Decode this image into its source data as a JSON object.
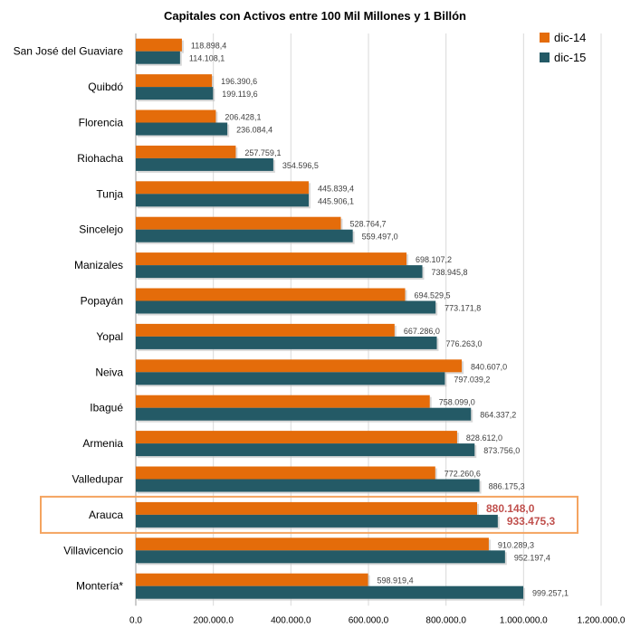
{
  "chart_data": {
    "type": "bar",
    "orientation": "horizontal",
    "title": "Capitales con Activos entre 100 Mil Millones y 1 Billón",
    "categories": [
      "San José del Guaviare",
      "Quibdó",
      "Florencia",
      "Riohacha",
      "Tunja",
      "Sincelejo",
      "Manizales",
      "Popayán",
      "Yopal",
      "Neiva",
      "Ibagué",
      "Armenia",
      "Valledupar",
      "Arauca",
      "Villavicencio",
      "Montería*"
    ],
    "series": [
      {
        "name": "dic-14",
        "color": "#E46C0A",
        "values": [
          118898.4,
          196390.6,
          206428.1,
          257759.1,
          445839.4,
          528764.7,
          698107.2,
          694529.5,
          667286.0,
          840607.0,
          758099.0,
          828612.0,
          772260.6,
          880148.0,
          910289.3,
          598919.4
        ],
        "labels": [
          "118.898,4",
          "196.390,6",
          "206.428,1",
          "257.759,1",
          "445.839,4",
          "528.764,7",
          "698.107,2",
          "694.529,5",
          "667.286,0",
          "840.607,0",
          "758.099,0",
          "828.612,0",
          "772.260,6",
          "880.148,0",
          "910.289,3",
          "598.919,4"
        ]
      },
      {
        "name": "dic-15",
        "color": "#245A66",
        "values": [
          114108.1,
          199119.6,
          236084.4,
          354596.5,
          445906.1,
          559497.0,
          738945.8,
          773171.8,
          776263.0,
          797039.2,
          864337.2,
          873756.0,
          886175.3,
          933475.3,
          952197.4,
          999257.1
        ],
        "labels": [
          "114.108,1",
          "199.119,6",
          "236.084,4",
          "354.596,5",
          "445.906,1",
          "559.497,0",
          "738.945,8",
          "773.171,8",
          "776.263,0",
          "797.039,2",
          "864.337,2",
          "873.756,0",
          "886.175,3",
          "933.475,3",
          "952.197,4",
          "999.257,1"
        ]
      }
    ],
    "xlim": [
      0,
      1200000
    ],
    "xticks": [
      0,
      200000,
      400000,
      600000,
      800000,
      1000000,
      1200000
    ],
    "xtick_labels": [
      "0,0",
      "200.000,0",
      "400.000,0",
      "600.000,0",
      "800.000,0",
      "1.000.000,0",
      "1.200.000,0"
    ],
    "grid": "vertical",
    "legend_position": "top-right",
    "highlight": {
      "category": "Arauca",
      "box_color": "#F4A460",
      "label_color": "#C0504D"
    }
  }
}
